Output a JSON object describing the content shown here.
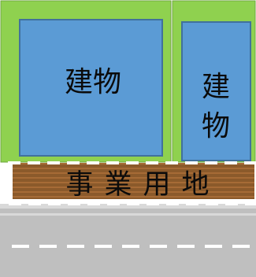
{
  "labels": {
    "building_left": "建物",
    "building_right": [
      "建",
      "物"
    ],
    "business_land": [
      "事",
      "業",
      "用",
      "地"
    ]
  },
  "colors": {
    "lot": "#8fd14f",
    "lot_border": "#6ca63e",
    "building": "#5b9bd5",
    "building_border": "#41719c",
    "business_land": "#8b5a2b",
    "business_land_stripe": "#a66b36",
    "road": "#bfbfbf",
    "road_edge": "#d9d9d9",
    "road_line": "#ffffff",
    "dashed_outline": "#ffffff"
  }
}
